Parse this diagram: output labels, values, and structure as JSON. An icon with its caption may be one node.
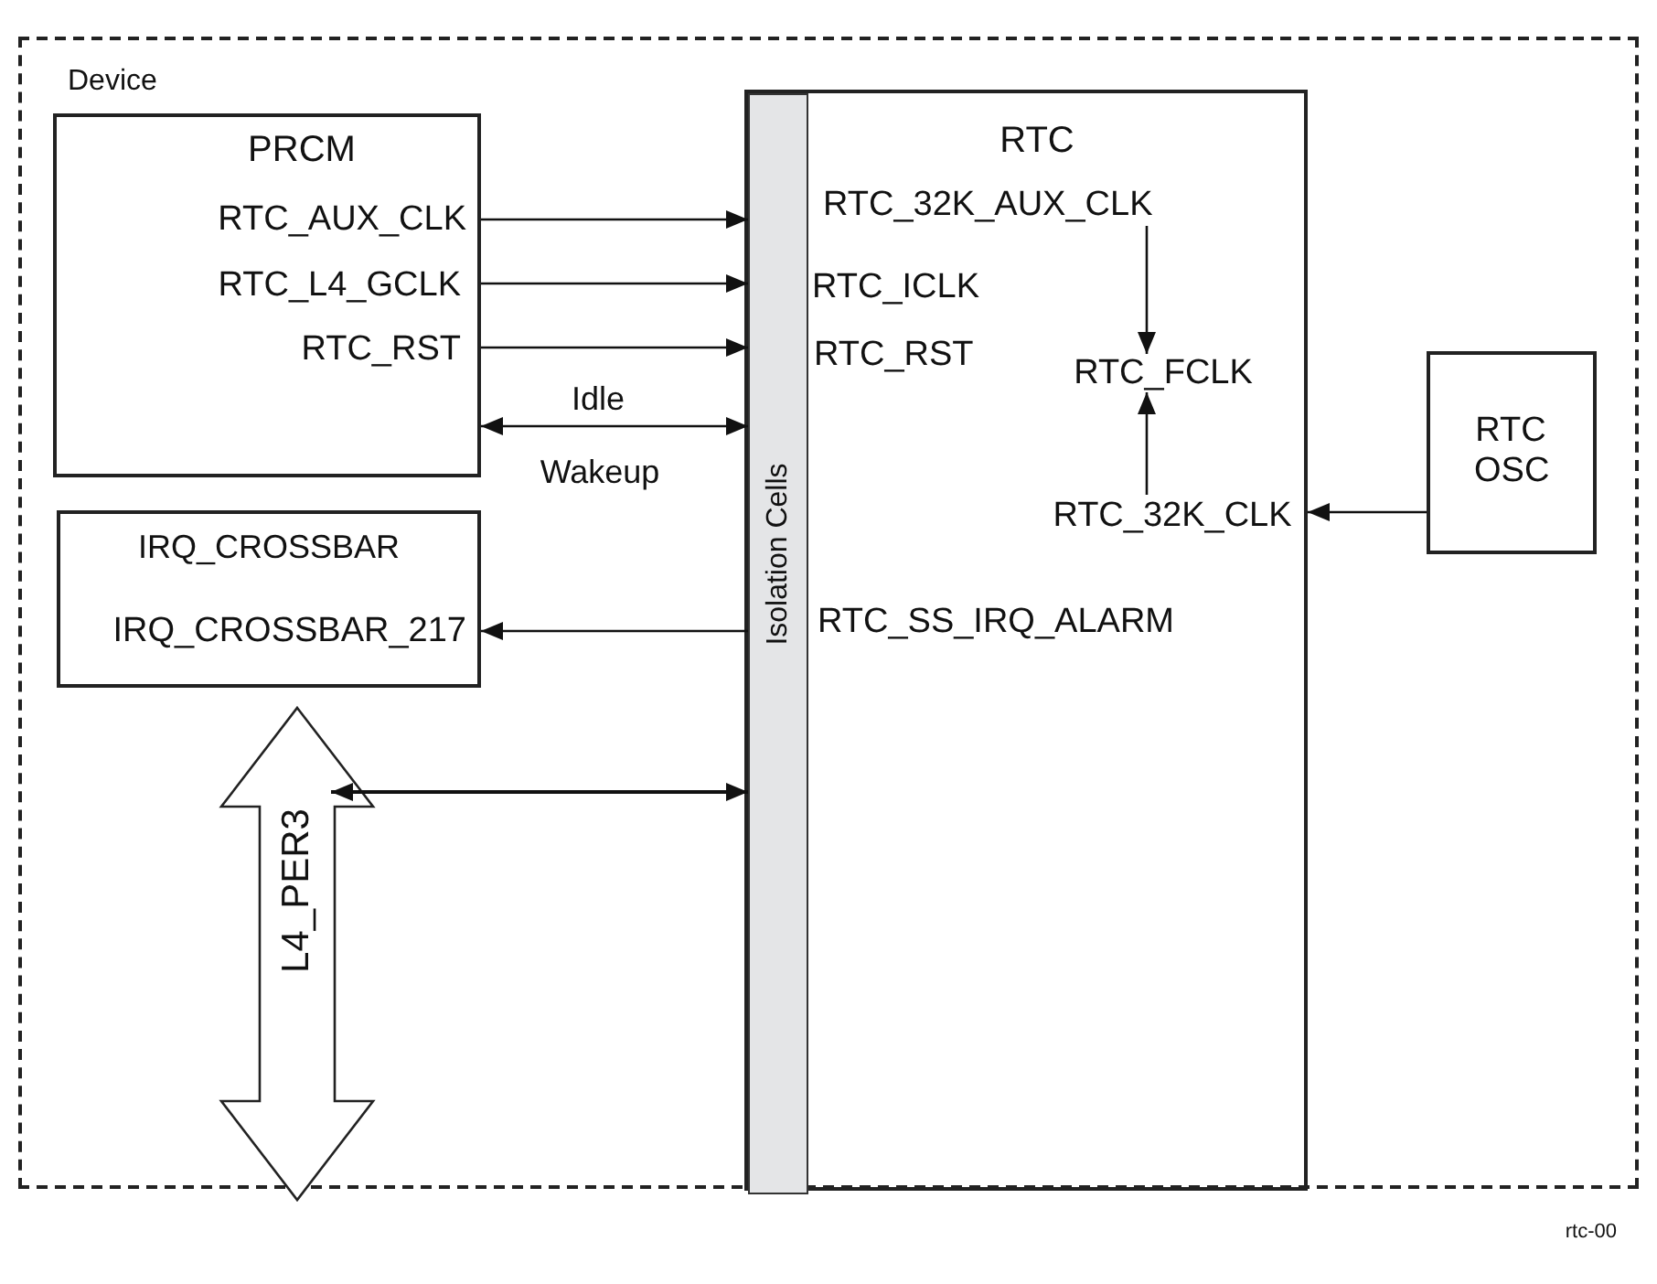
{
  "diagram": {
    "nodes": [
      {
        "text": [
          "Device"
        ]
      },
      {
        "text": [
          "PRCM"
        ],
        "in": 0
      },
      {
        "text": [
          "IRQ_CROSSBAR"
        ],
        "in": 0
      },
      {
        "text": [
          "L4_PER3"
        ],
        "in": 0
      },
      {
        "text": [
          "RTC"
        ],
        "in": 0
      },
      {
        "text": [
          "Isolation Cells"
        ],
        "in": 4
      },
      {
        "text": [
          "RTC_32K_AUX_CLK"
        ],
        "in": 4
      },
      {
        "text": [
          "RTC_FCLK"
        ],
        "in": 4
      },
      {
        "text": [
          "RTC_32K_CLK"
        ],
        "in": 4
      },
      {
        "text": [
          "RTC OSC"
        ],
        "in": 0
      }
    ],
    "edges": [
      {
        "from": 1,
        "to": 5,
        "arrow": "to"
      },
      {
        "from": 1,
        "to": 5,
        "arrow": "to"
      },
      {
        "from": 1,
        "to": 5,
        "arrow": "to"
      },
      {
        "from": 1,
        "to": 5,
        "arrow": "both",
        "label": "Idle"
      },
      {
        "from": 5,
        "to": 2,
        "arrow": "to"
      },
      {
        "from": 3,
        "to": 5,
        "arrow": "both"
      },
      {
        "from": 6,
        "to": 7,
        "arrow": "to"
      },
      {
        "from": 8,
        "to": 7,
        "arrow": "to"
      },
      {
        "from": 9,
        "to": 4,
        "arrow": "to"
      }
    ],
    "labels": [
      "RTC_AUX_CLK",
      "RTC_L4_GCLK",
      "RTC_RST",
      "Wakeup",
      "IRQ_CROSSBAR_217",
      "RTC_ICLK",
      "RTC_RST",
      "RTC_SS_IRQ_ALARM",
      "rtc-00"
    ]
  }
}
